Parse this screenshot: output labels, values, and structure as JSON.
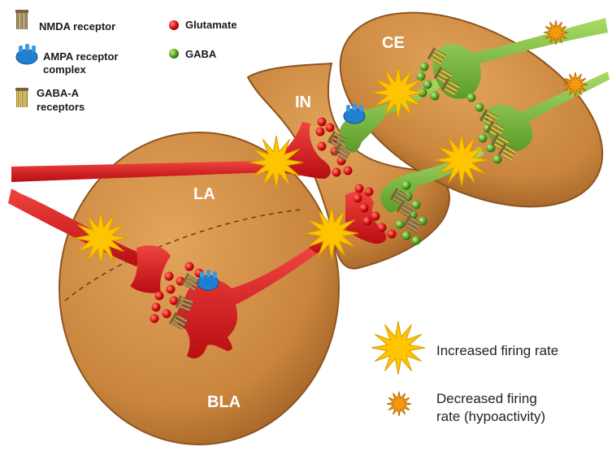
{
  "legend": {
    "nmda": "NMDA receptor",
    "ampa_line1": "AMPA receptor",
    "ampa_line2": "complex",
    "gaba_a_line1": "GABA-A",
    "gaba_a_line2": "receptors",
    "glutamate": "Glutamate",
    "gaba": "GABA"
  },
  "regions": {
    "la": "LA",
    "bla": "BLA",
    "in": "IN",
    "ce": "CE"
  },
  "key": {
    "increased": "Increased firing rate",
    "decreased_line1": "Decreased firing",
    "decreased_line2": "rate (hypoactivity)"
  },
  "colors": {
    "tissue": "#c9853d",
    "tissue_dark": "#9a5c22",
    "glutamate_neuron": "#d9141a",
    "gaba_neuron": "#7fc241",
    "glutamate_dot": "#e01818",
    "gaba_dot": "#5da82a",
    "burst": "#ffc400",
    "small_burst": "#f39a10",
    "ampa": "#1f7fd1"
  }
}
